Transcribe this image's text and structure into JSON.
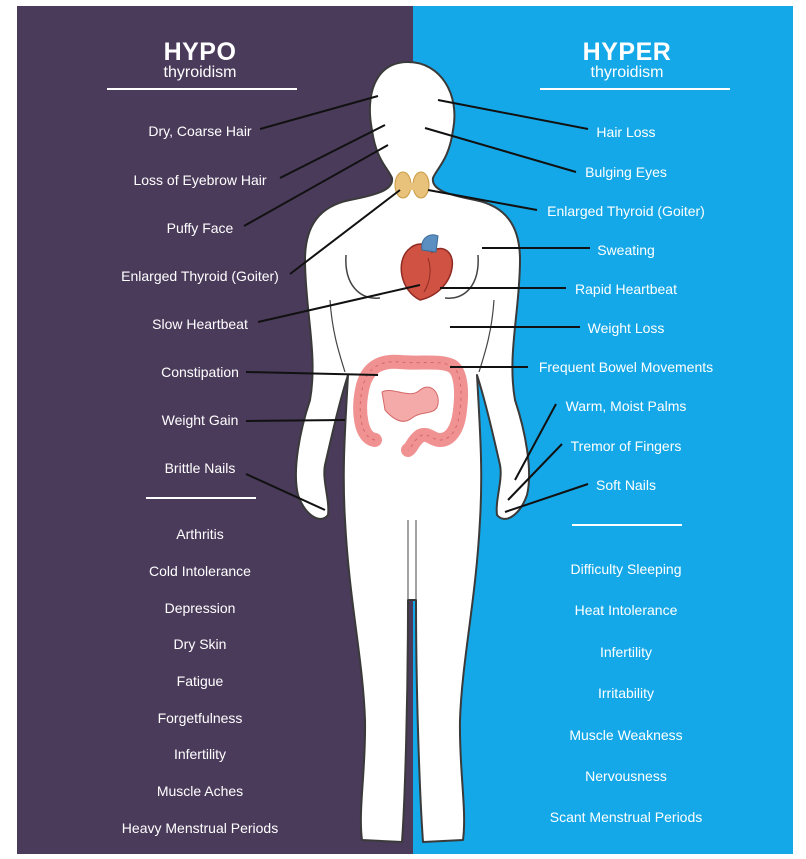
{
  "colors": {
    "hypo_background": "#4b3b5b",
    "hyper_background": "#14a8e8",
    "text": "#ffffff",
    "body_fill": "#ffffff",
    "connector": "#111111",
    "thyroid": "#e8c27a",
    "heart": "#cf5243",
    "intestine": "#f09292"
  },
  "hypo": {
    "title": "HYPO",
    "subtitle": "thyroidism",
    "symptoms": [
      "Dry, Coarse Hair",
      "Loss of Eyebrow Hair",
      "Puffy Face",
      "Enlarged Thyroid (Goiter)",
      "Slow Heartbeat",
      "Constipation",
      "Weight Gain",
      "Brittle Nails"
    ],
    "other_symptoms": [
      "Arthritis",
      "Cold Intolerance",
      "Depression",
      "Dry Skin",
      "Fatigue",
      "Forgetfulness",
      "Infertility",
      "Muscle Aches",
      "Heavy Menstrual Periods"
    ]
  },
  "hyper": {
    "title": "HYPER",
    "subtitle": "thyroidism",
    "symptoms": [
      "Hair Loss",
      "Bulging Eyes",
      "Enlarged Thyroid (Goiter)",
      "Sweating",
      "Rapid Heartbeat",
      "Weight Loss",
      "Frequent Bowel Movements",
      "Warm, Moist Palms",
      "Tremor of Fingers",
      "Soft Nails"
    ],
    "other_symptoms": [
      "Difficulty Sleeping",
      "Heat Intolerance",
      "Infertility",
      "Irritability",
      "Muscle Weakness",
      "Nervousness",
      "Scant Menstrual Periods"
    ]
  }
}
